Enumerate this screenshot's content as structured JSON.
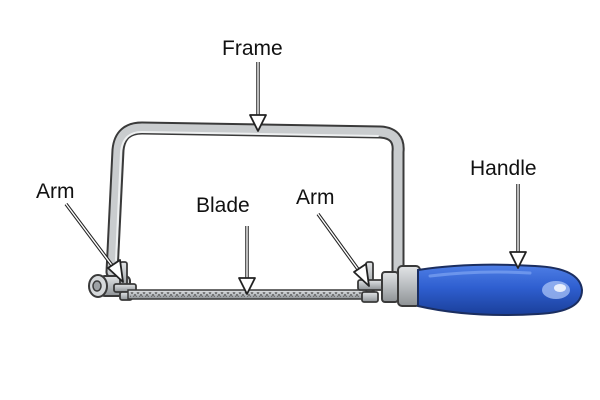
{
  "labels": {
    "frame": "Frame",
    "arm_left": "Arm",
    "blade": "Blade",
    "arm_right": "Arm",
    "handle": "Handle"
  },
  "colors": {
    "frame": "#b8bcbf",
    "frame_outline": "#3a3a3a",
    "handle": "#2f5fd0",
    "handle_highlight": "#6f9af0",
    "handle_shadow": "#1a3f9a",
    "blade": "#b8bcbf",
    "arrow_fill": "#ffffff",
    "text": "#111111"
  }
}
